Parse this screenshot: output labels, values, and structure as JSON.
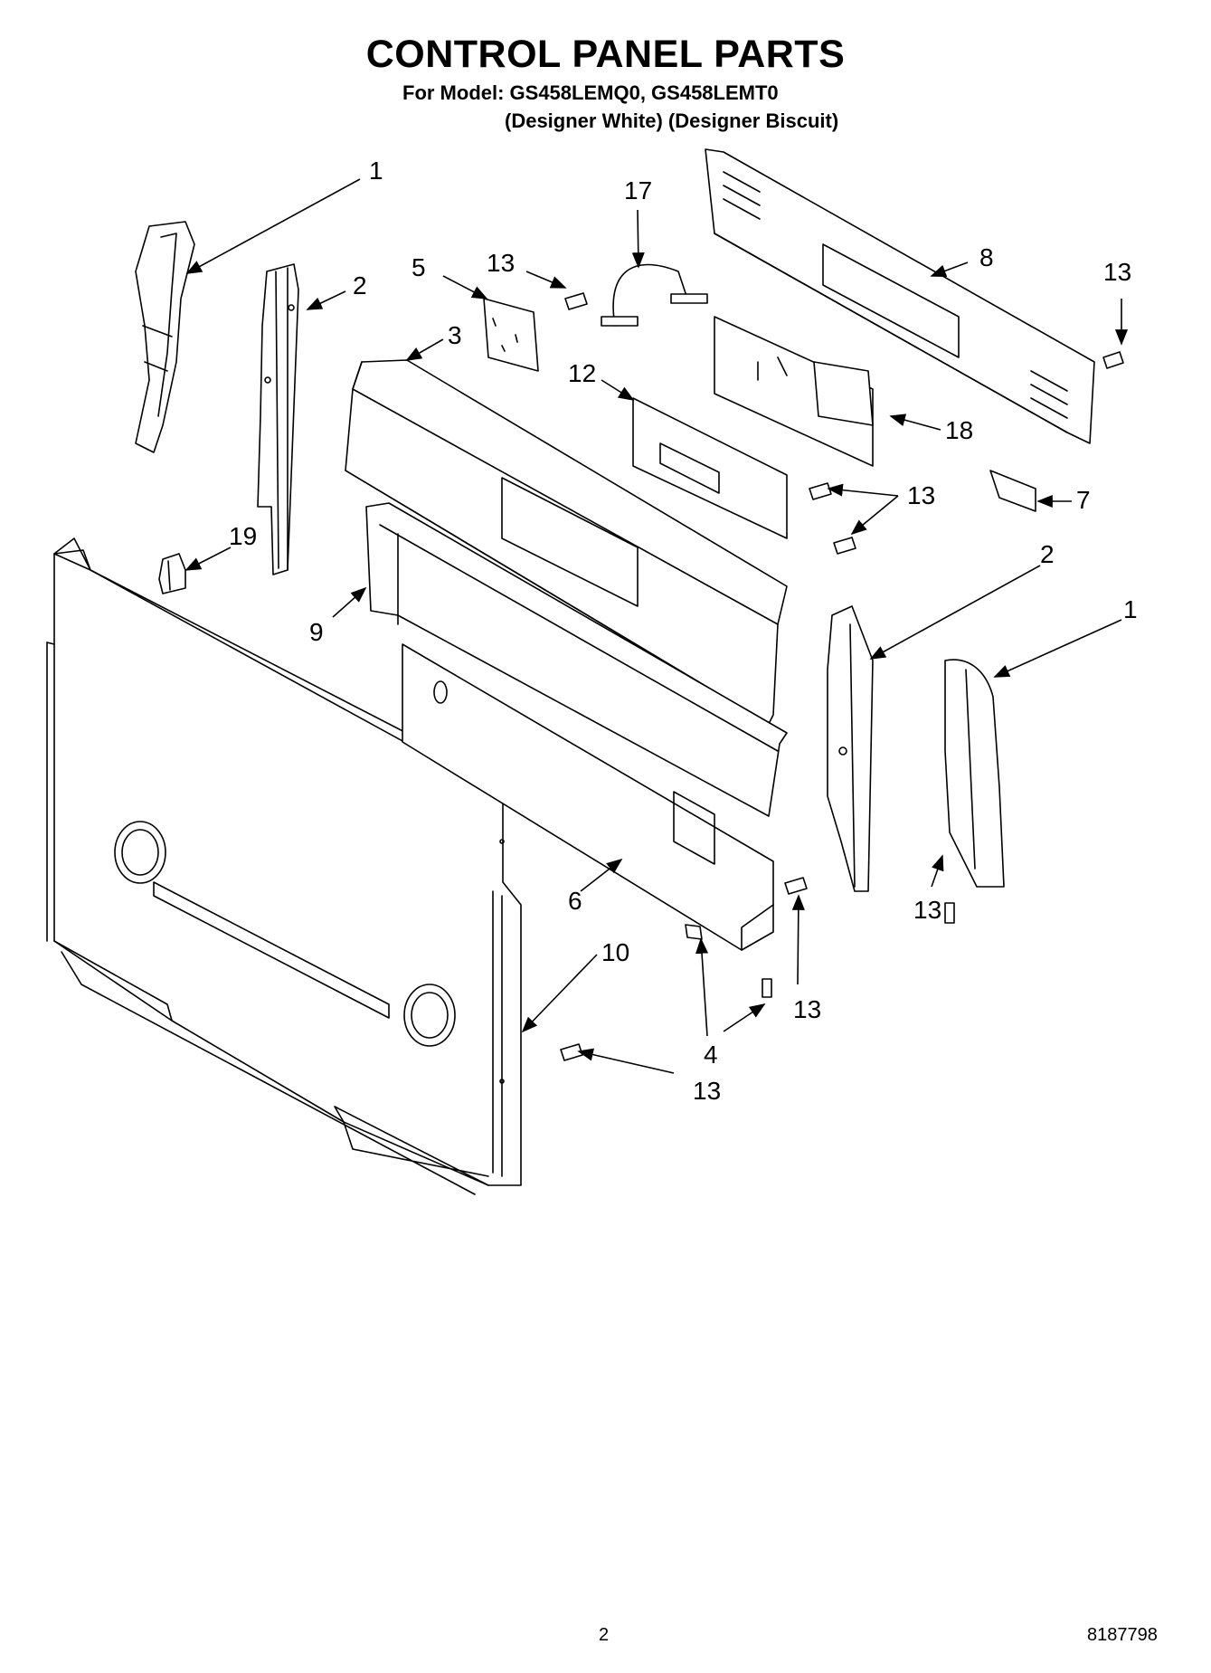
{
  "header": {
    "title": "CONTROL PANEL PARTS",
    "model_line": "For Model: GS458LEMQ0, GS458LEMT0",
    "variant_line": "(Designer White) (Designer Biscuit)"
  },
  "footer": {
    "page_number": "2",
    "document_number": "8187798"
  },
  "callouts": [
    "1",
    "2",
    "5",
    "13",
    "17",
    "8",
    "13",
    "3",
    "12",
    "18",
    "13",
    "7",
    "19",
    "9",
    "2",
    "1",
    "6",
    "10",
    "13",
    "4",
    "13",
    "13"
  ]
}
